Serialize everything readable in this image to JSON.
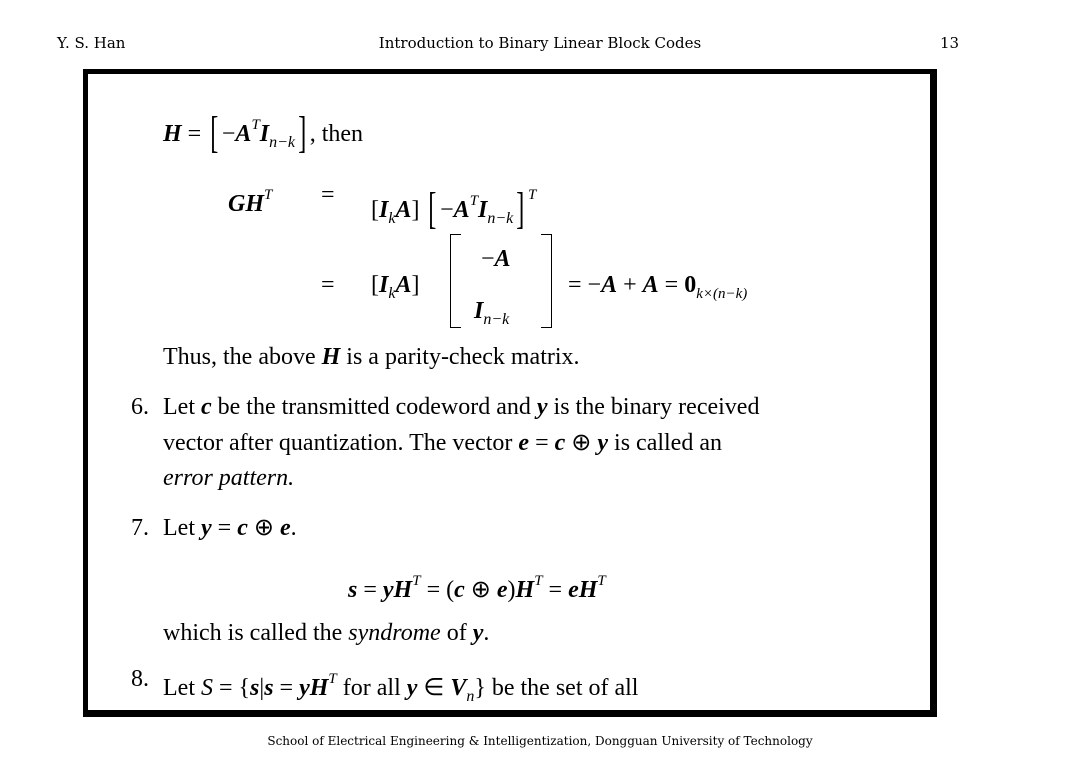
{
  "header": {
    "author": "Y. S. Han",
    "title": "Introduction to Binary Linear Block Codes",
    "page_number": "13"
  },
  "content": {
    "h_def_then": ", then",
    "eq_lhs_label": "GH",
    "eq_sign": "=",
    "matrix_top": "−A",
    "matrix_bottom_base": "I",
    "matrix_bottom_sub": "n−k",
    "result_tail": "= −A + A = 0",
    "result_sub": "k×(n−k)",
    "thus_text_before": "Thus, the above ",
    "thus_text_after": " is a parity-check matrix.",
    "item6_number": "6.",
    "item6_line1_a": "Let ",
    "item6_line1_b": " be the transmitted codeword and ",
    "item6_line1_c": " is the binary received",
    "item6_line2_a": "vector after quantization. The vector ",
    "item6_line2_b": " is called an",
    "item6_line3": "error pattern.",
    "item7_number": "7.",
    "item7_line1_a": "Let ",
    "item7_line1_end": ".",
    "syndrome_line_a": "which is called the ",
    "syndrome_word": "syndrome",
    "syndrome_line_b": " of ",
    "syndrome_line_end": ".",
    "item8_number": "8.",
    "item8_line_a": "Let ",
    "item8_for_all": " for all ",
    "item8_line_end": " be the set of all"
  },
  "footer": {
    "text": "School of Electrical Engineering & Intelligentization, Dongguan University of Technology"
  }
}
